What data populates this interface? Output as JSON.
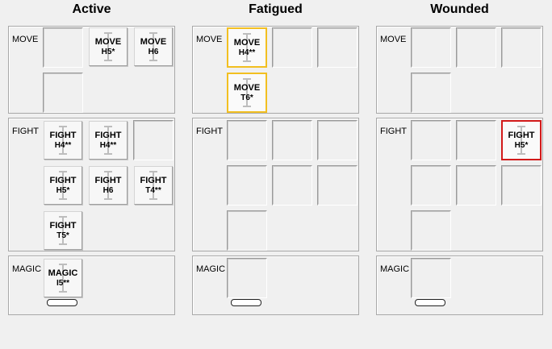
{
  "columns": [
    {
      "title": "Active"
    },
    {
      "title": "Fatigued"
    },
    {
      "title": "Wounded"
    }
  ],
  "rows": {
    "move": "MOVE",
    "fight": "FIGHT",
    "magic": "MAGIC"
  },
  "chits": {
    "active_move_1": {
      "l1": "MOVE",
      "l2": "H5*"
    },
    "active_move_2": {
      "l1": "MOVE",
      "l2": "H6"
    },
    "active_fight_1": {
      "l1": "FIGHT",
      "l2": "H4**"
    },
    "active_fight_2": {
      "l1": "FIGHT",
      "l2": "H4**"
    },
    "active_fight_3": {
      "l1": "FIGHT",
      "l2": "H5*"
    },
    "active_fight_4": {
      "l1": "FIGHT",
      "l2": "H6"
    },
    "active_fight_5": {
      "l1": "FIGHT",
      "l2": "T4**"
    },
    "active_fight_6": {
      "l1": "FIGHT",
      "l2": "T5*"
    },
    "active_magic_1": {
      "l1": "MAGIC",
      "l2": "I5**"
    },
    "fatigued_move_1": {
      "l1": "MOVE",
      "l2": "H4**"
    },
    "fatigued_move_2": {
      "l1": "MOVE",
      "l2": "T6*"
    },
    "wounded_fight_1": {
      "l1": "FIGHT",
      "l2": "H5*"
    }
  },
  "colors": {
    "fatigued_border": "#f2bf20",
    "wounded_border": "#d21a1a",
    "icon": "text-cursor-icon"
  }
}
